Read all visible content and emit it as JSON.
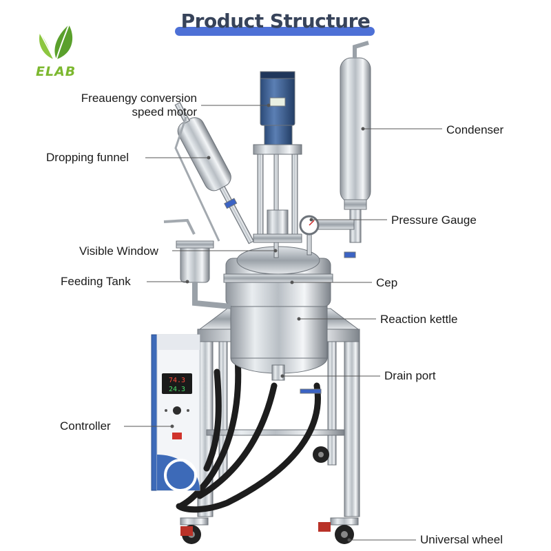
{
  "logo": {
    "text": "ELAB",
    "icon": "leaf-logo-icon",
    "color": "#7cb82f"
  },
  "title": {
    "text": "Product Structure",
    "bar_color": "#4d70d6"
  },
  "labels": {
    "motor_line1": "Freauengy conversion",
    "motor_line2": "speed motor",
    "dropping_funnel": "Dropping funnel",
    "visible_window": "Visible Window",
    "feeding_tank": "Feeding Tank",
    "controller": "Controller",
    "condenser": "Condenser",
    "pressure_gauge": "Pressure Gauge",
    "cep": "Cep",
    "reaction_kettle": "Reaction kettle",
    "drain_port": "Drain port",
    "universal_wheel": "Universal wheel"
  },
  "controller_panel": {
    "display_top": "74.3",
    "display_bottom": "24.3"
  }
}
